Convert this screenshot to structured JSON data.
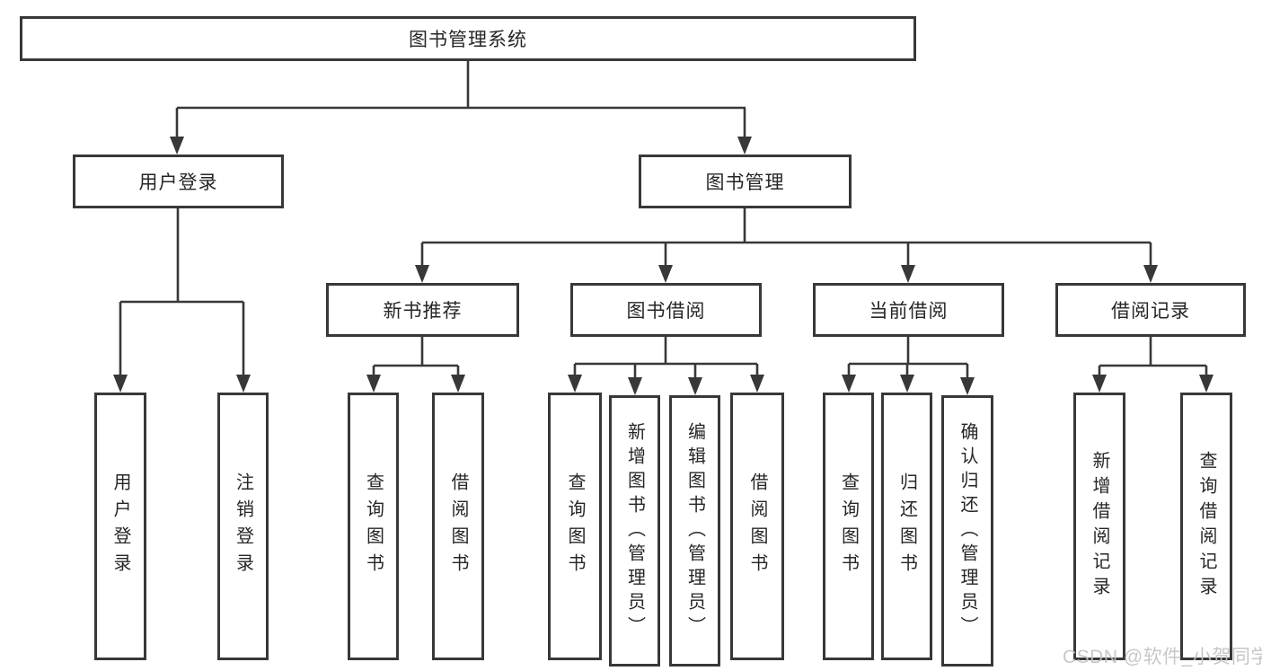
{
  "diagram_title": "图书管理系统",
  "tree": {
    "root": {
      "label": "图书管理系统",
      "children": [
        {
          "label": "用户登录",
          "children": [
            {
              "label": "用户登录"
            },
            {
              "label": "注销登录"
            }
          ]
        },
        {
          "label": "图书管理",
          "children": [
            {
              "label": "新书推荐",
              "children": [
                {
                  "label": "查询图书"
                },
                {
                  "label": "借阅图书"
                }
              ]
            },
            {
              "label": "图书借阅",
              "children": [
                {
                  "label": "查询图书"
                },
                {
                  "label": "新增图书（管理员）"
                },
                {
                  "label": "编辑图书（管理员）"
                },
                {
                  "label": "借阅图书"
                }
              ]
            },
            {
              "label": "当前借阅",
              "children": [
                {
                  "label": "查询图书"
                },
                {
                  "label": "归还图书"
                },
                {
                  "label": "确认归还（管理员）"
                }
              ]
            },
            {
              "label": "借阅记录",
              "children": [
                {
                  "label": "新增借阅记录"
                },
                {
                  "label": "查询借阅记录"
                }
              ]
            }
          ]
        }
      ]
    }
  },
  "watermark": {
    "text": "CSDN @软件_小贺同学"
  },
  "colors": {
    "line": "#383838",
    "box_border": "#383838",
    "text": "#262626",
    "background": "#ffffff",
    "watermark": "#c3c3c3"
  }
}
